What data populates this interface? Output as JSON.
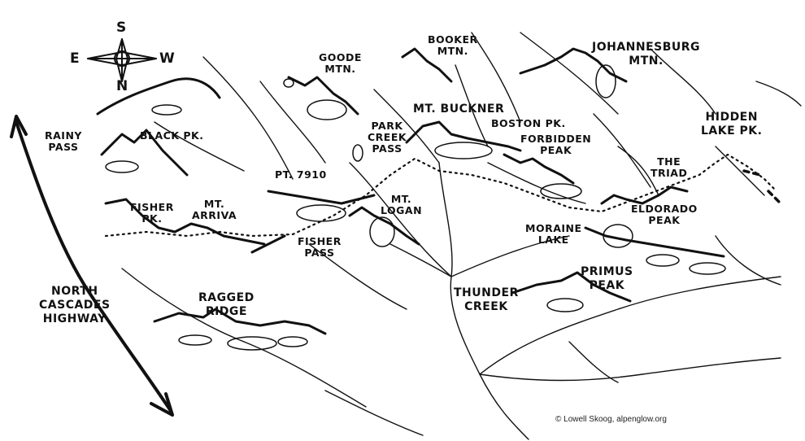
{
  "compass": {
    "top": "S",
    "bottom": "N",
    "left": "E",
    "right": "W"
  },
  "labels": {
    "rainy_pass": [
      "RAINY",
      "PASS"
    ],
    "black_peak": [
      "BLACK PK."
    ],
    "goode_mtn": [
      "GOODE",
      "MTN."
    ],
    "booker_mtn": [
      "BOOKER",
      "MTN."
    ],
    "johannesburg_mtn": [
      "JOHANNESBURG",
      "MTN."
    ],
    "hidden_lake_pk": [
      "HIDDEN",
      "LAKE PK."
    ],
    "mt_buckner": [
      "MT. BUCKNER"
    ],
    "boston_pk": [
      "BOSTON PK."
    ],
    "park_creek_pass": [
      "PARK",
      "CREEK",
      "PASS"
    ],
    "forbidden_peak": [
      "FORBIDDEN",
      "PEAK"
    ],
    "the_triad": [
      "THE",
      "TRIAD"
    ],
    "pt_7910": [
      "PT. 7910"
    ],
    "mt_logan": [
      "MT.",
      "LOGAN"
    ],
    "fisher_pk": [
      "FISHER",
      "PK."
    ],
    "mt_arriva": [
      "MT.",
      "ARRIVA"
    ],
    "eldorado_peak": [
      "ELDORADO",
      "PEAK"
    ],
    "moraine_lake": [
      "MORAINE",
      "LAKE"
    ],
    "fisher_pass": [
      "FISHER",
      "PASS"
    ],
    "primus_peak": [
      "PRIMUS",
      "PEAK"
    ],
    "north_cascades_highway": [
      "NORTH",
      "CASCADES",
      "HIGHWAY"
    ],
    "thunder_creek": [
      "THUNDER",
      "CREEK"
    ],
    "ragged_ridge": [
      "RAGGED",
      "RIDGE"
    ]
  },
  "credit": "© Lowell Skoog, alpenglow.org"
}
